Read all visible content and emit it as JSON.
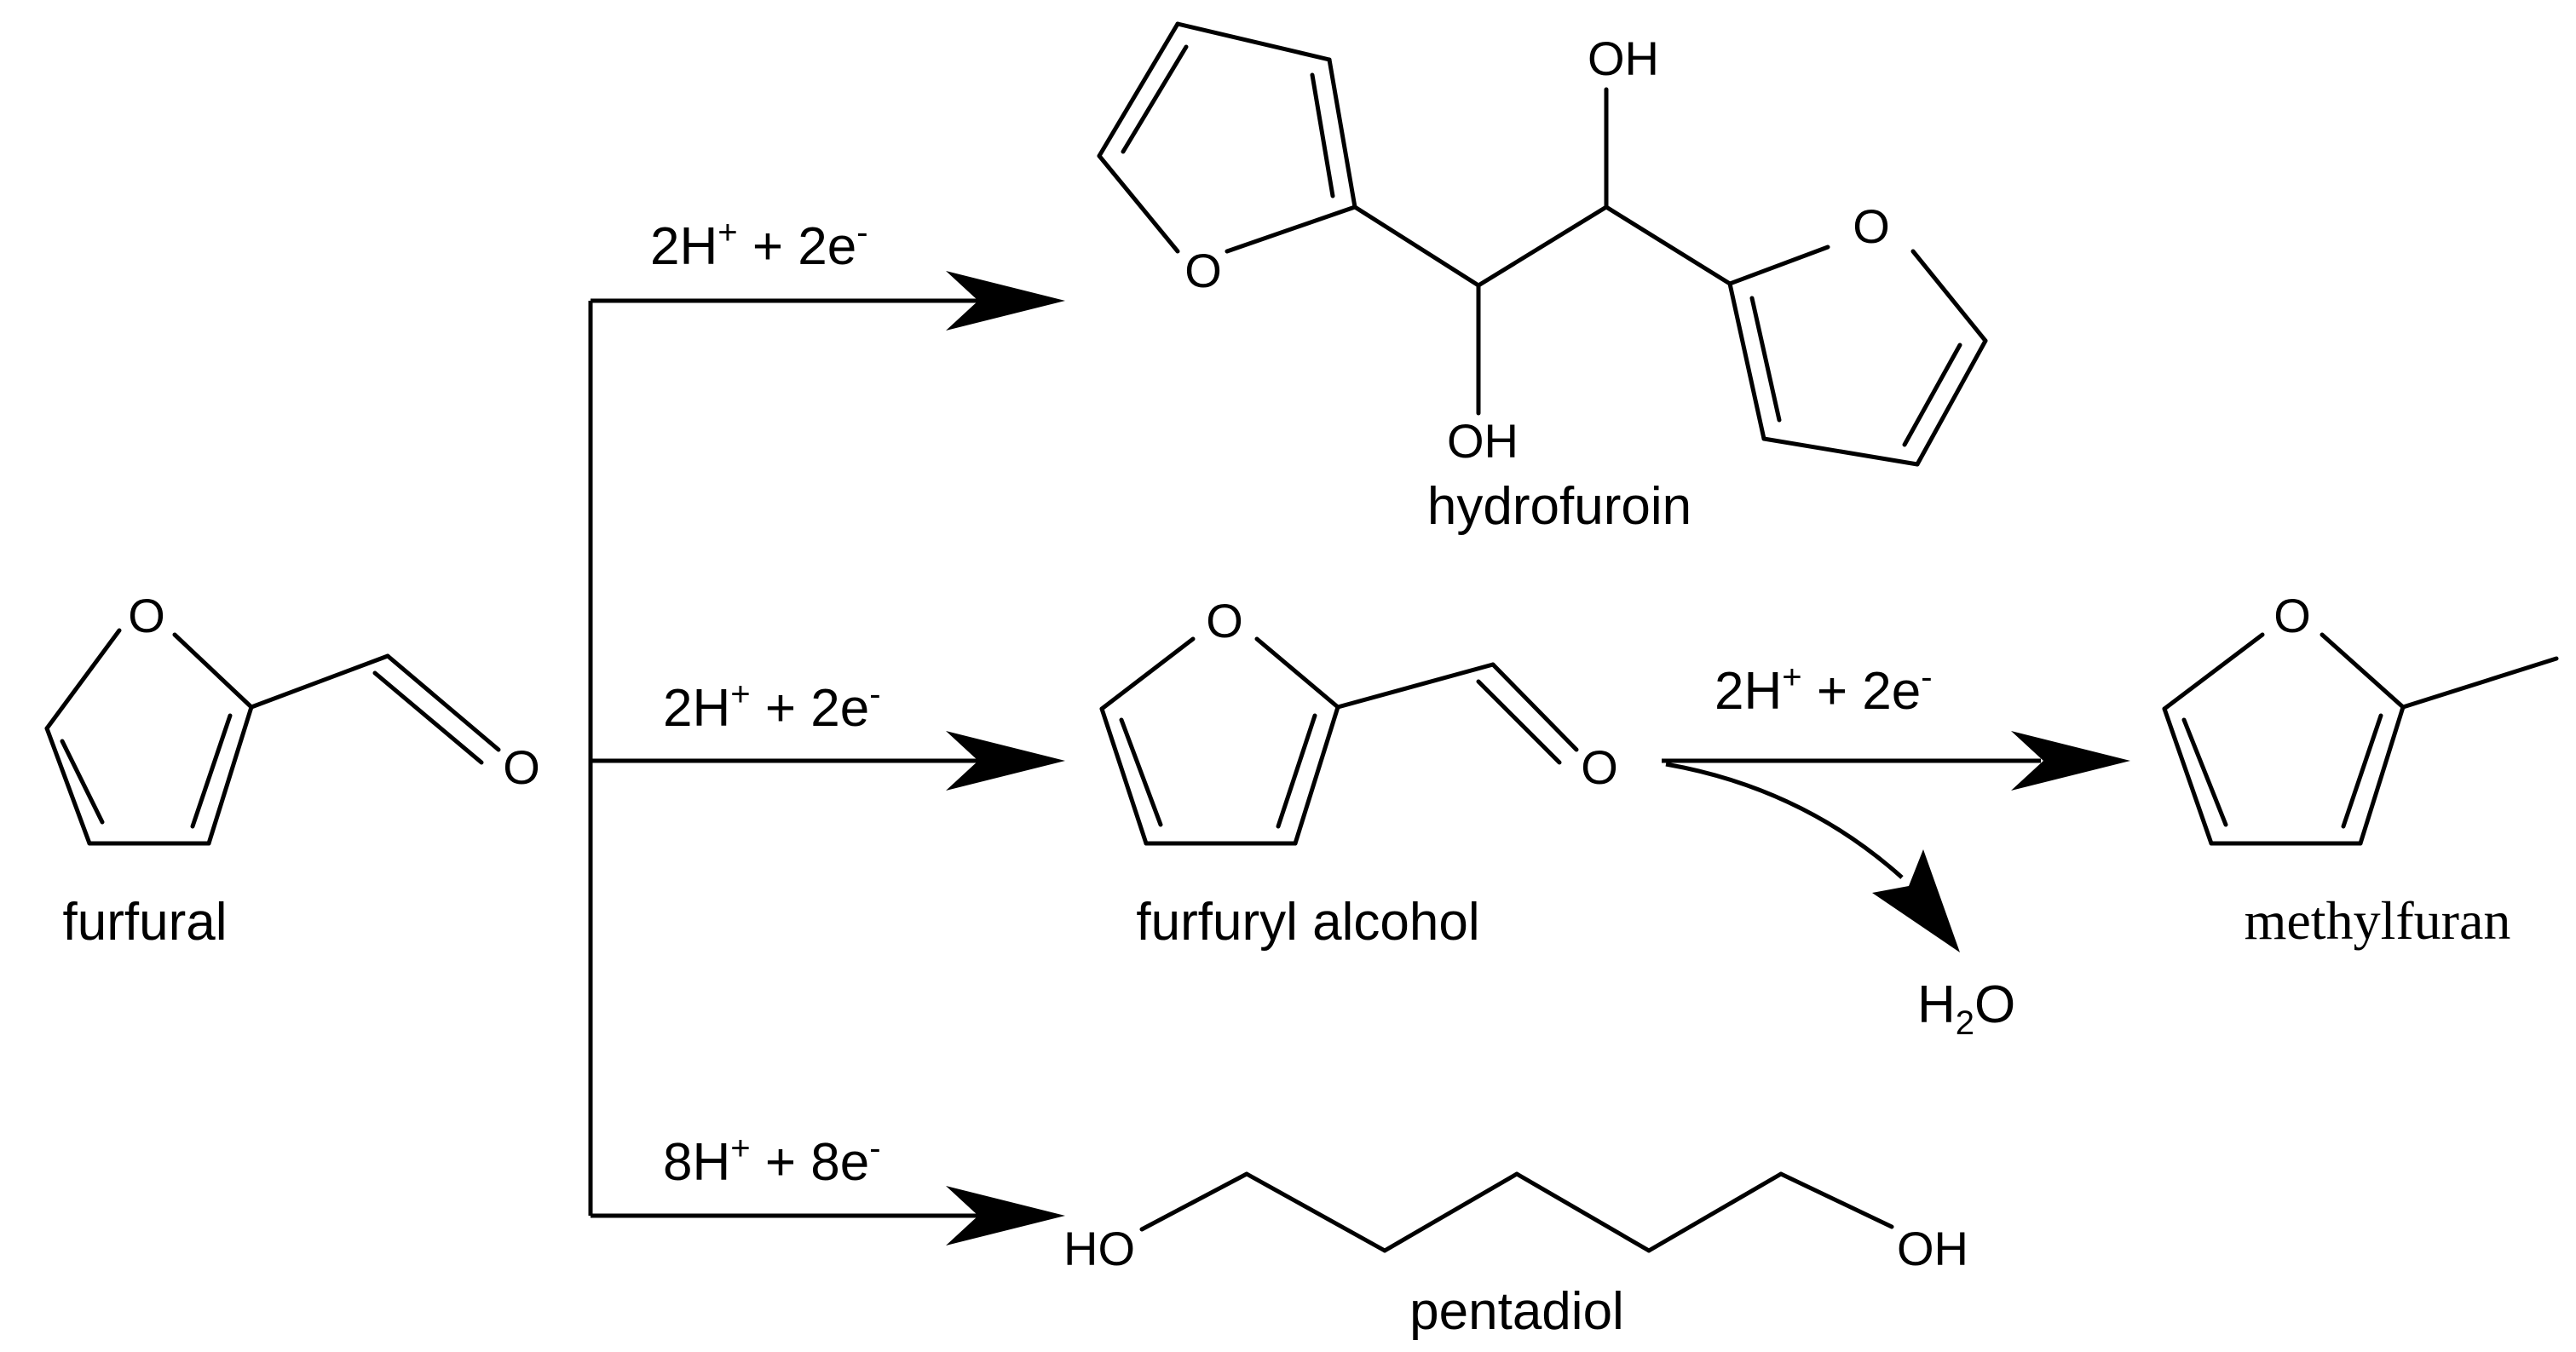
{
  "compounds": {
    "furfural": {
      "name": "furfural",
      "atom_o_ring": "O",
      "atom_o_carbonyl": "O"
    },
    "hydrofuroin": {
      "name": "hydrofuroin",
      "atom_o_ring1": "O",
      "atom_o_ring2": "O",
      "oh_top": "OH",
      "oh_bottom": "OH"
    },
    "furfuryl_alcohol": {
      "name": "furfuryl alcohol",
      "atom_o_ring": "O",
      "atom_o_carbonyl": "O"
    },
    "methylfuran": {
      "name": "methylfuran",
      "atom_o_ring": "O"
    },
    "pentadiol": {
      "name": "pentadiol",
      "ho_left": "HO",
      "oh_right": "OH"
    },
    "water": {
      "h": "H",
      "sub": "2",
      "o": "O"
    }
  },
  "reactions": {
    "top": {
      "h": "2H",
      "h_charge": "+",
      "plus": " + 2e",
      "e_charge": "-"
    },
    "middle": {
      "h": "2H",
      "h_charge": "+",
      "plus": " + 2e",
      "e_charge": "-"
    },
    "second_step": {
      "h": "2H",
      "h_charge": "+",
      "plus": " + 2e",
      "e_charge": "-"
    },
    "bottom": {
      "h": "8H",
      "h_charge": "+",
      "plus": " + 8e",
      "e_charge": "-"
    }
  }
}
